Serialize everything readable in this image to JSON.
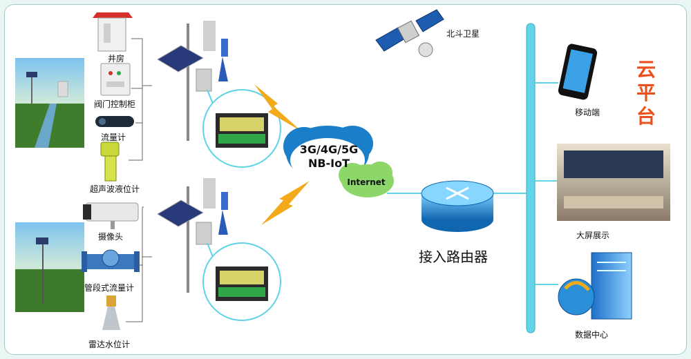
{
  "sensors_group_1": [
    "井房",
    "阀门控制柜",
    "流量计",
    "超声波液位计"
  ],
  "sensors_group_2": [
    "摄像头",
    "管段式流量计",
    "雷达水位计"
  ],
  "satellite_label": "北斗卫星",
  "network": {
    "cloud_line1": "3G/4G/5G",
    "cloud_line2": "NB-IoT",
    "internet": "Internet"
  },
  "router_label": "接入路由器",
  "cloud_platform": "云平台",
  "endpoints": [
    "移动端",
    "大屏展示",
    "数据中心"
  ],
  "colors": {
    "cloud_blue": "#1a7fc8",
    "internet_green": "#8cd66a",
    "router_blue": "#2a8fd6",
    "bus_cyan": "#62d4e8",
    "platform_red": "#e8501e",
    "lightning": "#f2a91a"
  }
}
